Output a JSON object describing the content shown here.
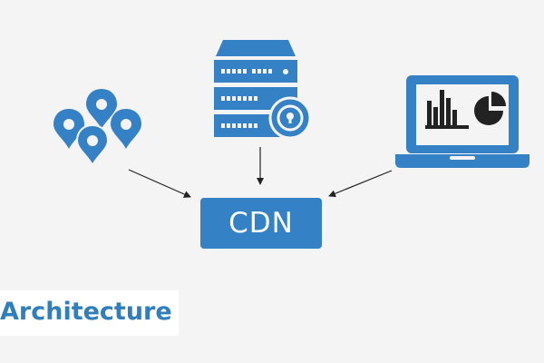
{
  "diagram": {
    "center_node": {
      "label": "CDN"
    },
    "sources": [
      {
        "name": "location-pins",
        "icon": "map-pin-icon"
      },
      {
        "name": "server",
        "icon": "server-icon"
      },
      {
        "name": "analytics-laptop",
        "icon": "laptop-chart-icon"
      }
    ],
    "caption": "Architecture"
  },
  "colors": {
    "primary": "#3581c6",
    "background": "#f4f4f4",
    "caption_background": "#ffffff",
    "caption_text": "#2f7fbd",
    "arrow": "#222222"
  }
}
